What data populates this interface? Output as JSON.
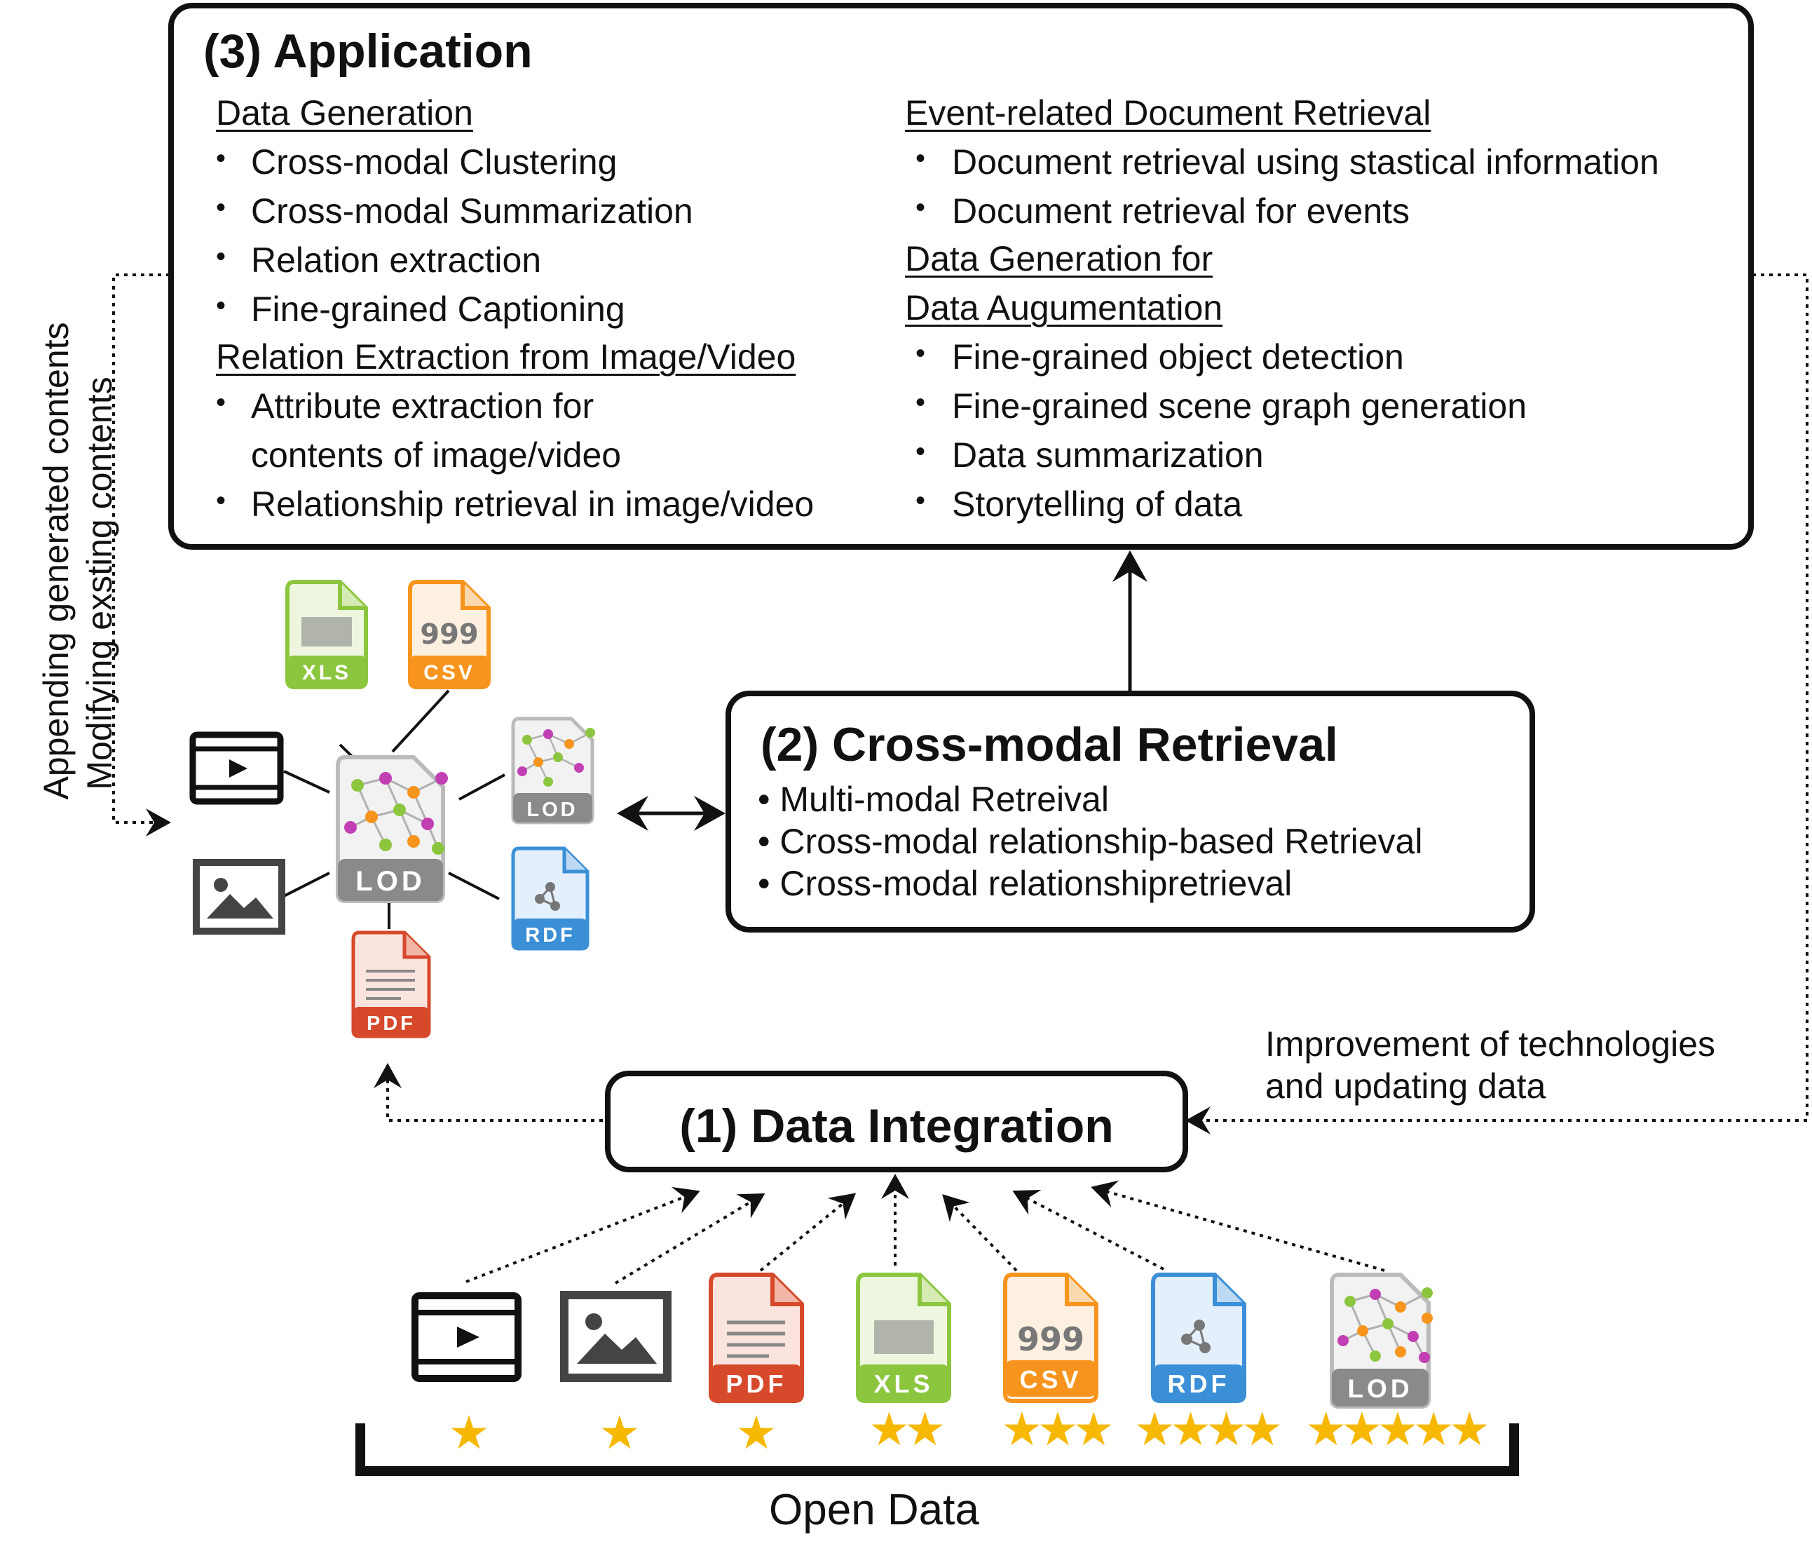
{
  "application": {
    "title": "(3) Application",
    "left": {
      "section1": "Data Generation",
      "items1": [
        "Cross-modal Clustering",
        "Cross-modal Summarization",
        "Relation extraction",
        "Fine-grained Captioning"
      ],
      "section2": "Relation Extraction from Image/Video",
      "items2": [
        "Attribute extraction for",
        "contents of image/video",
        "Relationship retrieval in image/video"
      ]
    },
    "right": {
      "section1": "Event-related Document Retrieval",
      "items1": [
        "Document retrieval using stastical information",
        "Document retrieval for events"
      ],
      "section2_line1": "Data Generation for ",
      "section2_line2": "Data Augumentation",
      "items2": [
        "Fine-grained object detection",
        "Fine-grained scene graph generation",
        "Data summarization",
        "Storytelling of data"
      ]
    }
  },
  "retrieval": {
    "title": "(2) Cross-modal Retrieval",
    "items": [
      "• Multi-modal Retreival",
      "• Cross-modal relationship-based Retrieval",
      "• Cross-modal relationshipretrieval"
    ]
  },
  "integration": {
    "title": "(1) Data Integration"
  },
  "feedback_left": {
    "line1": "Appending generated contents",
    "line2": "Modifying exsting contents"
  },
  "feedback_right": {
    "line1": "Improvement of technologies",
    "line2": "and updating data"
  },
  "open_data": {
    "label": "Open Data",
    "items": [
      {
        "icon": "video-icon",
        "stars": "★"
      },
      {
        "icon": "image-icon",
        "stars": "★"
      },
      {
        "icon": "pdf-file-icon",
        "stars": "★"
      },
      {
        "icon": "xls-file-icon",
        "stars": "★★"
      },
      {
        "icon": "csv-file-icon",
        "stars": "★★★"
      },
      {
        "icon": "rdf-file-icon",
        "stars": "★★★★"
      },
      {
        "icon": "lod-file-icon",
        "stars": "★★★★★"
      }
    ]
  },
  "file_labels": {
    "xls": "XLS",
    "csv": "CSV",
    "pdf": "PDF",
    "rdf": "RDF",
    "lod": "LOD"
  },
  "colors": {
    "xls": "#8cc63f",
    "csv": "#f7941d",
    "pdf": "#d7492b",
    "rdf": "#3a8fd6",
    "lod": "#8a8a8a",
    "star": "#f6b800"
  }
}
